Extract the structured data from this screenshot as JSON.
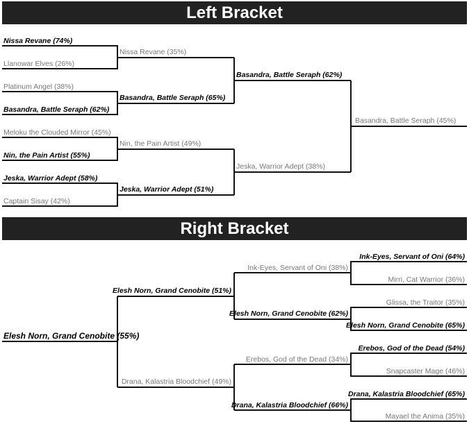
{
  "left_bracket": {
    "title": "Left Bracket",
    "round1": [
      {
        "a": "Nissa Revane (74%)",
        "b": "Llanowar Elves (26%)",
        "winner": "a"
      },
      {
        "a": "Platinum Angel (38%)",
        "b": "Basandra, Battle Seraph (62%)",
        "winner": "b"
      },
      {
        "a": "Meloku the Clouded Mirror (45%)",
        "b": "Nin, the Pain Artist (55%)",
        "winner": "b"
      },
      {
        "a": "Jeska, Warrior Adept (58%)",
        "b": "Captain Sisay (42%)",
        "winner": "a"
      }
    ],
    "round2": [
      {
        "a": "Nissa Revane (35%)",
        "b": "Basandra, Battle Seraph (65%)",
        "winner": "b"
      },
      {
        "a": "Nin, the Pain Artist (49%)",
        "b": "Jeska, Warrior Adept (51%)",
        "winner": "b"
      }
    ],
    "round3": {
      "a": "Basandra, Battle Seraph (62%)",
      "b": "Jeska, Warrior Adept (38%)",
      "winner": "a"
    },
    "final": "Basandra, Battle Seraph (45%)"
  },
  "right_bracket": {
    "title": "Right Bracket",
    "round1": [
      {
        "a": "Ink-Eyes, Servant of Oni (64%)",
        "b": "Mirri, Cat Warrior (36%)",
        "winner": "a"
      },
      {
        "a": "Glissa, the Traitor (35%)",
        "b": "Elesh Norn, Grand Cenobite (65%)",
        "winner": "b"
      },
      {
        "a": "Erebos, God of the Dead (54%)",
        "b": "Snapcaster Mage (46%)",
        "winner": "a"
      },
      {
        "a": "Drana, Kalastria Bloodchief (65%)",
        "b": "Mayael the Anima (35%)",
        "winner": "a"
      }
    ],
    "round2": [
      {
        "a": "Ink-Eyes, Servant of Oni (38%)",
        "b": "Elesh Norn, Grand Cenobite (62%)",
        "winner": "b"
      },
      {
        "a": "Erebos, God of the Dead (34%)",
        "b": "Drana, Kalastria Bloodchief (66%)",
        "winner": "b"
      }
    ],
    "round3": {
      "a": "Elesh Norn, Grand Cenobite (51%)",
      "b": "Drana, Kalastria Bloodchief (49%)",
      "winner": "a"
    },
    "final": "Elesh Norn, Grand Cenobite (55%)"
  }
}
